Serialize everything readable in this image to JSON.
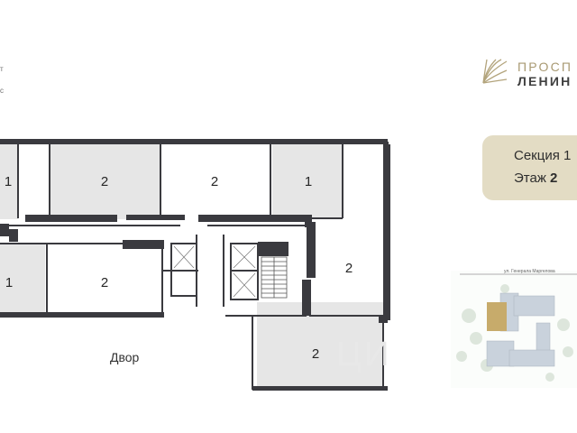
{
  "header": {
    "left_fragment_1": "т",
    "left_fragment_2": "с"
  },
  "brand": {
    "line1": "ПРОСП",
    "line2": "ЛЕНИН",
    "accent_color": "#b3a47c"
  },
  "badge": {
    "section_label": "Секция 1",
    "floor_word": "Этаж",
    "floor_number": "2",
    "background": "#e3dcc4"
  },
  "plan": {
    "units": [
      {
        "id": "u1",
        "rooms": "1"
      },
      {
        "id": "u2",
        "rooms": "2"
      },
      {
        "id": "u3",
        "rooms": "2"
      },
      {
        "id": "u4",
        "rooms": "1"
      },
      {
        "id": "u5",
        "rooms": "1"
      },
      {
        "id": "u6",
        "rooms": "2"
      },
      {
        "id": "u7",
        "rooms": "2"
      },
      {
        "id": "u8",
        "rooms": "2"
      }
    ],
    "yard_label": "Двор",
    "wall_color": "#3a3a3f",
    "unit_fill_color": "#e6e6e6"
  },
  "minimap": {
    "street_label": "ул. Генерала Маргелова"
  },
  "watermark": "ЦИ"
}
